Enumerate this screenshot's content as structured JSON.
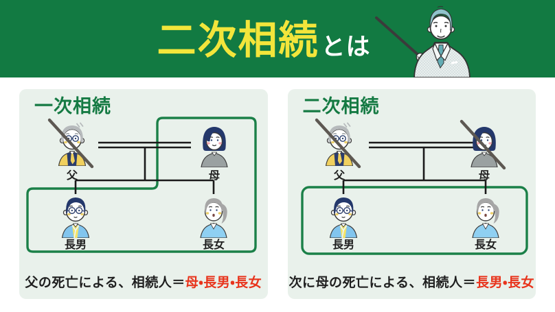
{
  "header": {
    "title_main": "二次相続",
    "title_suffix": "とは",
    "illustration": "teacher-with-pointer"
  },
  "panels": [
    {
      "id": "primary-inheritance",
      "title": "一次相続",
      "members": {
        "father": "父",
        "mother": "母",
        "son": "長男",
        "daughter": "長女"
      },
      "deceased": [
        "father"
      ],
      "heirs": [
        "mother",
        "son",
        "daughter"
      ],
      "caption_prefix": "父の死亡による、相続人＝",
      "caption_heirs": "母・長男・長女"
    },
    {
      "id": "secondary-inheritance",
      "title": "二次相続",
      "members": {
        "father": "父",
        "mother": "母",
        "son": "長男",
        "daughter": "長女"
      },
      "deceased": [
        "father",
        "mother"
      ],
      "heirs": [
        "son",
        "daughter"
      ],
      "caption_prefix": "次に母の死亡による、相続人＝",
      "caption_heirs": "長男・長女"
    }
  ],
  "colors": {
    "header_background": "#127a42",
    "title_highlight_yellow": "#f3e53b",
    "title_suffix_white": "#ffffff",
    "panel_background": "#e9f1eb",
    "heading_green": "#157a43",
    "heirs_outline_green": "#1b8048",
    "heir_text_red": "#e8341c",
    "family_line_black": "#1a1a1a",
    "deceased_cross_gray": "#5d5852"
  }
}
